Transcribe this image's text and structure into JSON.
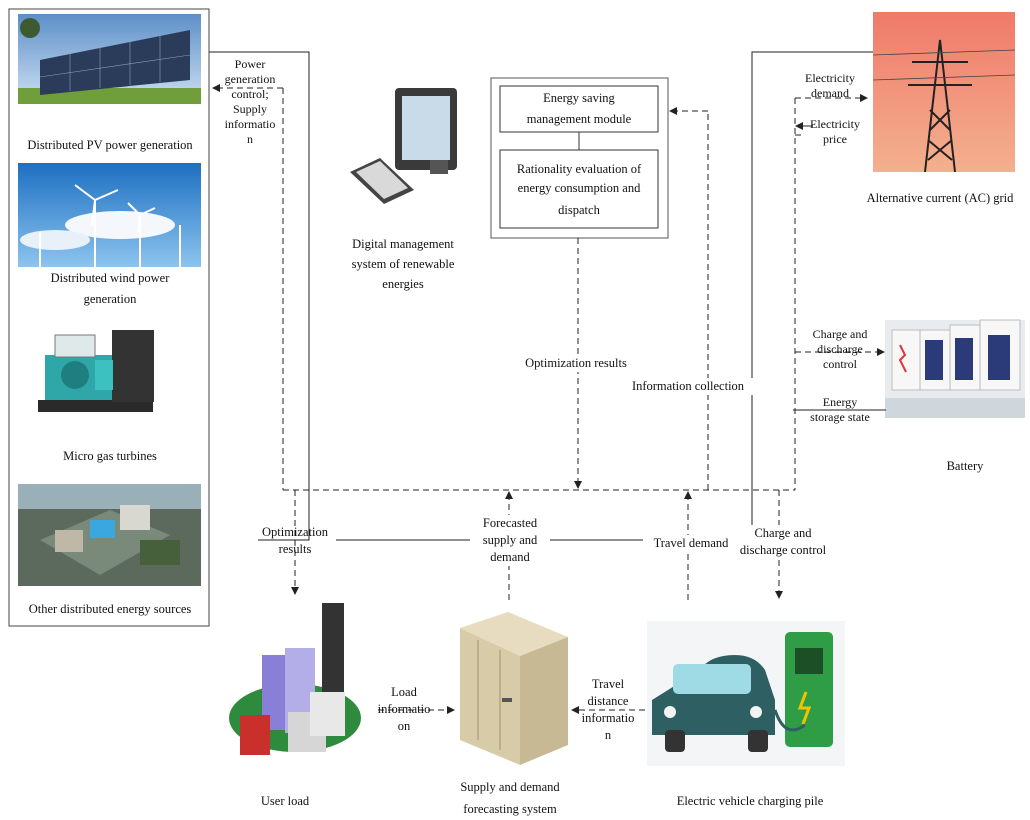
{
  "sources": {
    "pv": "Distributed PV power generation",
    "wind": [
      "Distributed wind power",
      "generation"
    ],
    "gas": "Micro gas turbines",
    "other": "Other distributed energy sources"
  },
  "power_control": [
    "Power",
    "generation",
    "control;",
    "Supply",
    "informatio",
    "n"
  ],
  "digital_system": [
    "Digital management",
    "system of renewable",
    "energies"
  ],
  "module": {
    "title": [
      "Energy saving",
      "management module"
    ],
    "sub": [
      "Rationality evaluation of",
      "energy consumption and",
      "dispatch"
    ]
  },
  "grid": {
    "demand": [
      "Electricity",
      "demand"
    ],
    "price": [
      "Electricity",
      "price"
    ],
    "name": "Alternative current (AC) grid"
  },
  "battery": {
    "control": [
      "Charge and",
      "discharge",
      "control"
    ],
    "state": [
      "Energy",
      "storage state"
    ],
    "name": "Battery"
  },
  "flows": {
    "optimization_mid": "Optimization results",
    "info_collection": "Information collection",
    "optimization_left": [
      "Optimization",
      "results"
    ],
    "forecasted": [
      "Forecasted",
      "supply and",
      "demand"
    ],
    "travel_demand": "Travel demand",
    "charge_control": [
      "Charge and",
      "discharge control"
    ],
    "load_info": [
      "Load",
      "informatio",
      "on"
    ],
    "travel_distance": [
      "Travel",
      "distance",
      "informatio",
      "n"
    ]
  },
  "bottom": {
    "user_load": "User load",
    "forecast_system": [
      "Supply and demand",
      "forecasting system"
    ],
    "ev": "Electric vehicle charging pile"
  }
}
